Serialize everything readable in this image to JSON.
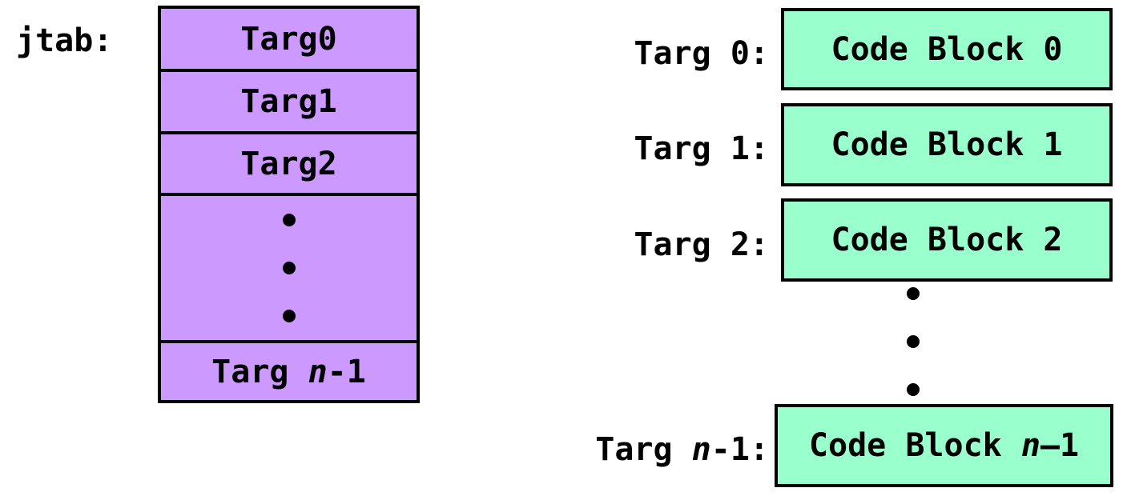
{
  "jump_table": {
    "label": "jtab:",
    "entries": [
      {
        "text": "Targ0"
      },
      {
        "text": "Targ1"
      },
      {
        "text": "Targ2"
      }
    ],
    "last_entry": {
      "prefix": "Targ ",
      "var": "n",
      "suffix": "-1"
    }
  },
  "code_blocks": [
    {
      "label": "Targ 0:",
      "text": "Code Block 0"
    },
    {
      "label": "Targ 1:",
      "text": "Code Block 1"
    },
    {
      "label": "Targ 2:",
      "text": "Code Block 2"
    }
  ],
  "last_block": {
    "label_prefix": "Targ ",
    "label_var": "n",
    "label_suffix": "-1:",
    "text_prefix": "Code Block ",
    "text_var": "n",
    "text_suffix": "–1"
  },
  "colors": {
    "jump_table_fill": "#cc99ff",
    "code_block_fill": "#99ffcc"
  }
}
